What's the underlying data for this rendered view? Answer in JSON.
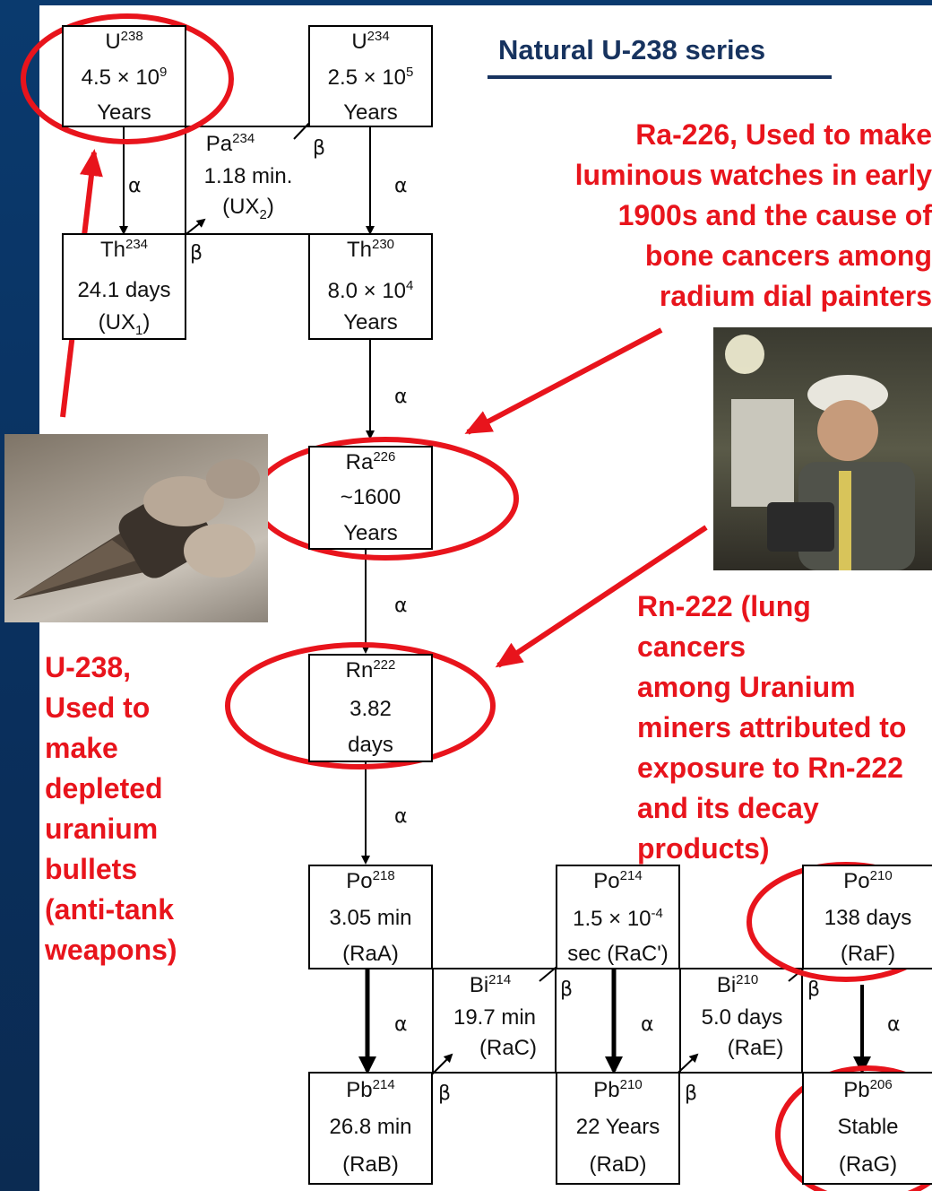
{
  "title": "Natural U-238 series",
  "nuclides": {
    "u238": {
      "symbol": "U",
      "mass": "238",
      "line2": "4.5 × 10",
      "exp2": "9",
      "line3": "Years"
    },
    "u234": {
      "symbol": "U",
      "mass": "234",
      "line2": "2.5 × 10",
      "exp2": "5",
      "line3": "Years"
    },
    "pa234": {
      "symbol": "Pa",
      "mass": "234",
      "line2": "1.18 min.",
      "line3": "(UX",
      "sub3": "2",
      "close3": ")"
    },
    "th234": {
      "symbol": "Th",
      "mass": "234",
      "line2": "24.1 days",
      "line3": "(UX",
      "sub3": "1",
      "close3": ")"
    },
    "th230": {
      "symbol": "Th",
      "mass": "230",
      "line2": "8.0 × 10",
      "exp2": "4",
      "line3": "Years"
    },
    "ra226": {
      "symbol": "Ra",
      "mass": "226",
      "line2": "~1600",
      "line3": "Years"
    },
    "rn222": {
      "symbol": "Rn",
      "mass": "222",
      "line2": "3.82",
      "line3": "days"
    },
    "po218": {
      "symbol": "Po",
      "mass": "218",
      "line2": "3.05 min",
      "line3": "(RaA)"
    },
    "po214": {
      "symbol": "Po",
      "mass": "214",
      "line2": "1.5 × 10",
      "exp2": "-4",
      "line3": "sec (RaC')"
    },
    "po210": {
      "symbol": "Po",
      "mass": "210",
      "line2": "138 days",
      "line3": "(RaF)"
    },
    "bi214": {
      "symbol": "Bi",
      "mass": "214",
      "line2": "19.7 min",
      "line3": "(RaC)"
    },
    "bi210": {
      "symbol": "Bi",
      "mass": "210",
      "line2": "5.0 days",
      "line3": "(RaE)"
    },
    "pb214": {
      "symbol": "Pb",
      "mass": "214",
      "line2": "26.8 min",
      "line3": "(RaB)"
    },
    "pb210": {
      "symbol": "Pb",
      "mass": "210",
      "line2": "22 Years",
      "line3": "(RaD)"
    },
    "pb206": {
      "symbol": "Pb",
      "mass": "206",
      "line2": "Stable",
      "line3": "(RaG)"
    }
  },
  "decay": {
    "alpha": "α",
    "beta": "β"
  },
  "annotations": {
    "ra226": [
      "Ra-226, Used to make",
      "luminous watches in early",
      "1900s and the cause of",
      "bone cancers among",
      "radium dial painters"
    ],
    "rn222": [
      "Rn-222 (lung",
      "cancers",
      "among Uranium",
      "miners attributed to",
      "exposure to Rn-222",
      "and its decay",
      "products)"
    ],
    "u238": [
      "U-238,",
      "Used to",
      "make",
      "depleted",
      "uranium",
      "bullets",
      "(anti-tank",
      "weapons)"
    ]
  },
  "images": {
    "bullet": "depleted-uranium-bullet-photo",
    "miner": "uranium-miner-photo"
  },
  "colors": {
    "annotation": "#e8141c",
    "title": "#17335f",
    "sidebar": "#0a3a6e"
  }
}
